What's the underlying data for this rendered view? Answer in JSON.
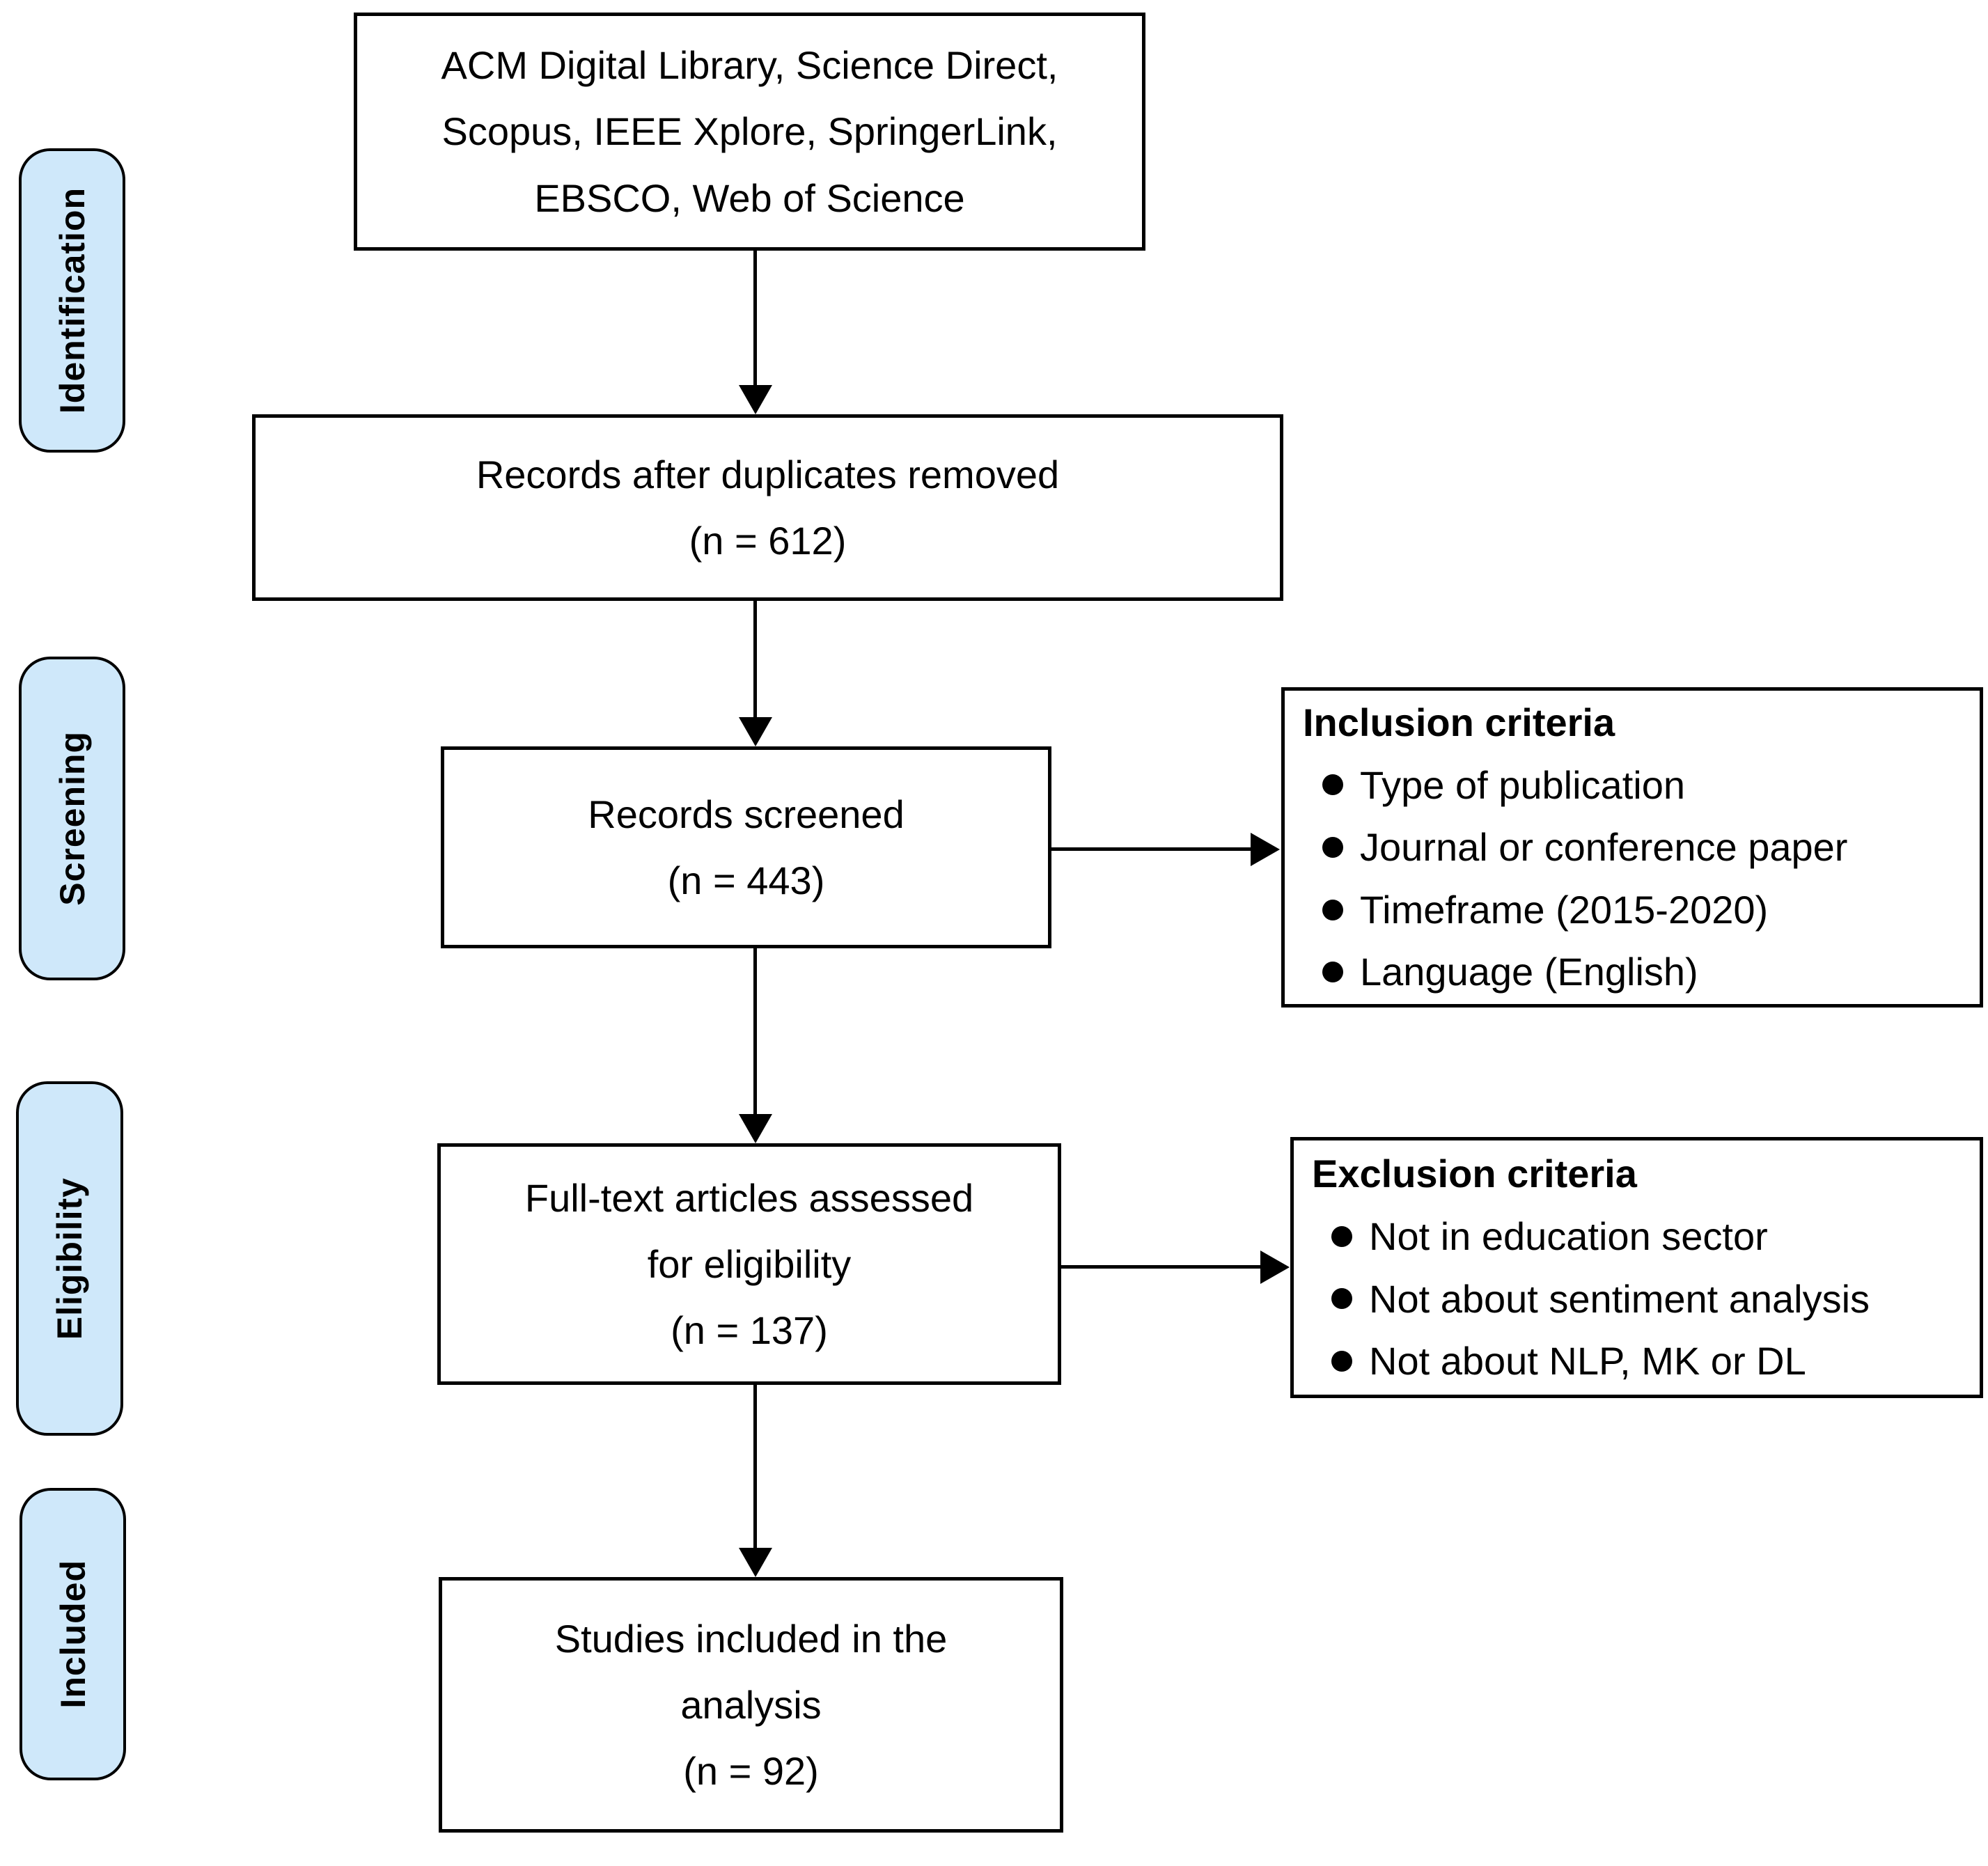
{
  "stages": [
    {
      "label": "Identification"
    },
    {
      "label": "Screening"
    },
    {
      "label": "Eligibility"
    },
    {
      "label": "Included"
    }
  ],
  "flow": {
    "boxes": [
      {
        "lines": [
          "ACM Digital Library, Science Direct,",
          "Scopus, IEEE Xplore, SpringerLink,",
          "EBSCO, Web of Science"
        ]
      },
      {
        "lines": [
          "Records after duplicates removed",
          "(n = 612)"
        ]
      },
      {
        "lines": [
          "Records screened",
          "(n = 443)"
        ]
      },
      {
        "lines": [
          "Full-text articles assessed",
          "for eligibility",
          "(n = 137)"
        ]
      },
      {
        "lines": [
          "Studies included in the",
          "analysis",
          "(n = 92)"
        ]
      }
    ],
    "counts": {
      "records_after_duplicates_removed": 612,
      "records_screened": 443,
      "fulltext_articles_assessed": 137,
      "studies_included": 92
    }
  },
  "criteria": {
    "inclusion": {
      "title": "Inclusion criteria",
      "items": [
        "Type of publication",
        "Journal or conference paper",
        "Timeframe (2015-2020)",
        "Language (English)"
      ]
    },
    "exclusion": {
      "title": "Exclusion criteria",
      "items": [
        "Not in education sector",
        "Not about sentiment analysis",
        "Not about NLP, MK or DL"
      ]
    }
  },
  "colors": {
    "stage_fill": "#cfe8fa",
    "border": "#000000",
    "box_fill": "#ffffff",
    "text": "#000000"
  }
}
